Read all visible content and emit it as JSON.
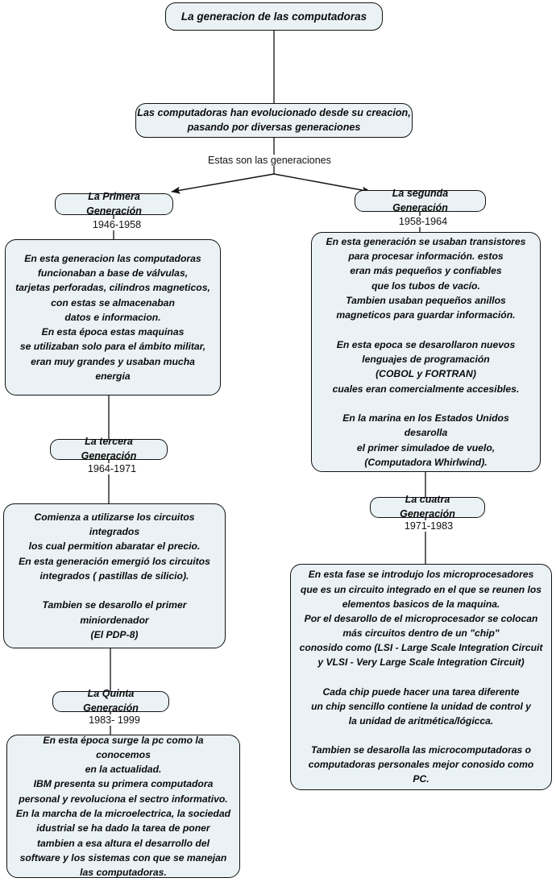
{
  "diagram": {
    "title": "La generacion de las computadoras",
    "root": {
      "label": "La generacion de las computadoras"
    },
    "intro": {
      "label": "Las computadoras han evolucionado desde su creacion,\npasando por diversas generaciones"
    },
    "branch_label": "Estas son las generaciones",
    "generations": [
      {
        "id": "primera",
        "title": "La Primera Generación",
        "years": "1946-1958",
        "body": "En esta generacion las computadoras\nfuncionaban a base de válvulas,\ntarjetas perforadas, cilindros magneticos,\ncon estas se almacenaban\ndatos e informacion.\nEn esta época estas maquinas\nse utilizaban solo para el ámbito militar,\neran muy grandes y usaban mucha energia"
      },
      {
        "id": "segunda",
        "title": "La segunda Generación",
        "years": "1958-1964",
        "body": "En esta generación se usaban transistores\npara procesar información. estos\neran más pequeños y confiables\nque los tubos de vacío.\nTambien usaban pequeños anillos\nmagneticos para guardar información.\n\nEn esta epoca se desarollaron nuevos\nlenguajes de programación\n(COBOL y FORTRAN)\ncuales eran comercialmente accesibles.\n\nEn la marina en los Estados Unidos desarolla\nel primer simuladoe de vuelo,\n(Computadora Whirlwind)."
      },
      {
        "id": "tercera",
        "title": "La tercera Generación",
        "years": "1964-1971",
        "body": "Comienza a utilizarse los circuitos integrados\nlos cual permition abaratar el precio.\nEn esta generación emergió los circuitos\nintegrados ( pastillas de silicio).\n\nTambien se desarollo el primer miniordenador\n(El PDP-8)"
      },
      {
        "id": "cuarta",
        "title": "La cuatra Generación",
        "years": "1971-1983",
        "body": "En esta fase se introdujo los microprocesadores\nque es un circuito integrado en el que se reunen los\nelementos basicos de la maquina.\nPor el desarollo de el microprocesador se colocan\nmás circuitos dentro de un \"chip\"\nconosido como (LSI - Large Scale Integration Circuit\ny VLSI - Very Large Scale Integration Circuit)\n\nCada chip puede hacer una tarea diferente\nun chip sencillo  contiene la unidad de control y\nla unidad de aritmética/lógicca.\n\nTambien se desarolla las microcomputadoras o\ncomputadoras  personales mejor conosido como PC."
      },
      {
        "id": "quinta",
        "title": "La Quinta Generación",
        "years": "1983- 1999",
        "body": "En esta época surge la pc como la conocemos\nen la actualidad.\nIBM presenta su primera computadora\npersonal y revoluciona el sectro informativo.\nEn la marcha de la microelectrica, la sociedad\nidustrial se ha dado la tarea de poner\ntambien a esa altura el desarrollo del\nsoftware y los sistemas con que se manejan\nlas computadoras."
      }
    ],
    "colors": {
      "node_fill": "#eaf2f5",
      "node_border": "#121212",
      "background": "#ffffff",
      "text": "#0b0b0b"
    }
  }
}
